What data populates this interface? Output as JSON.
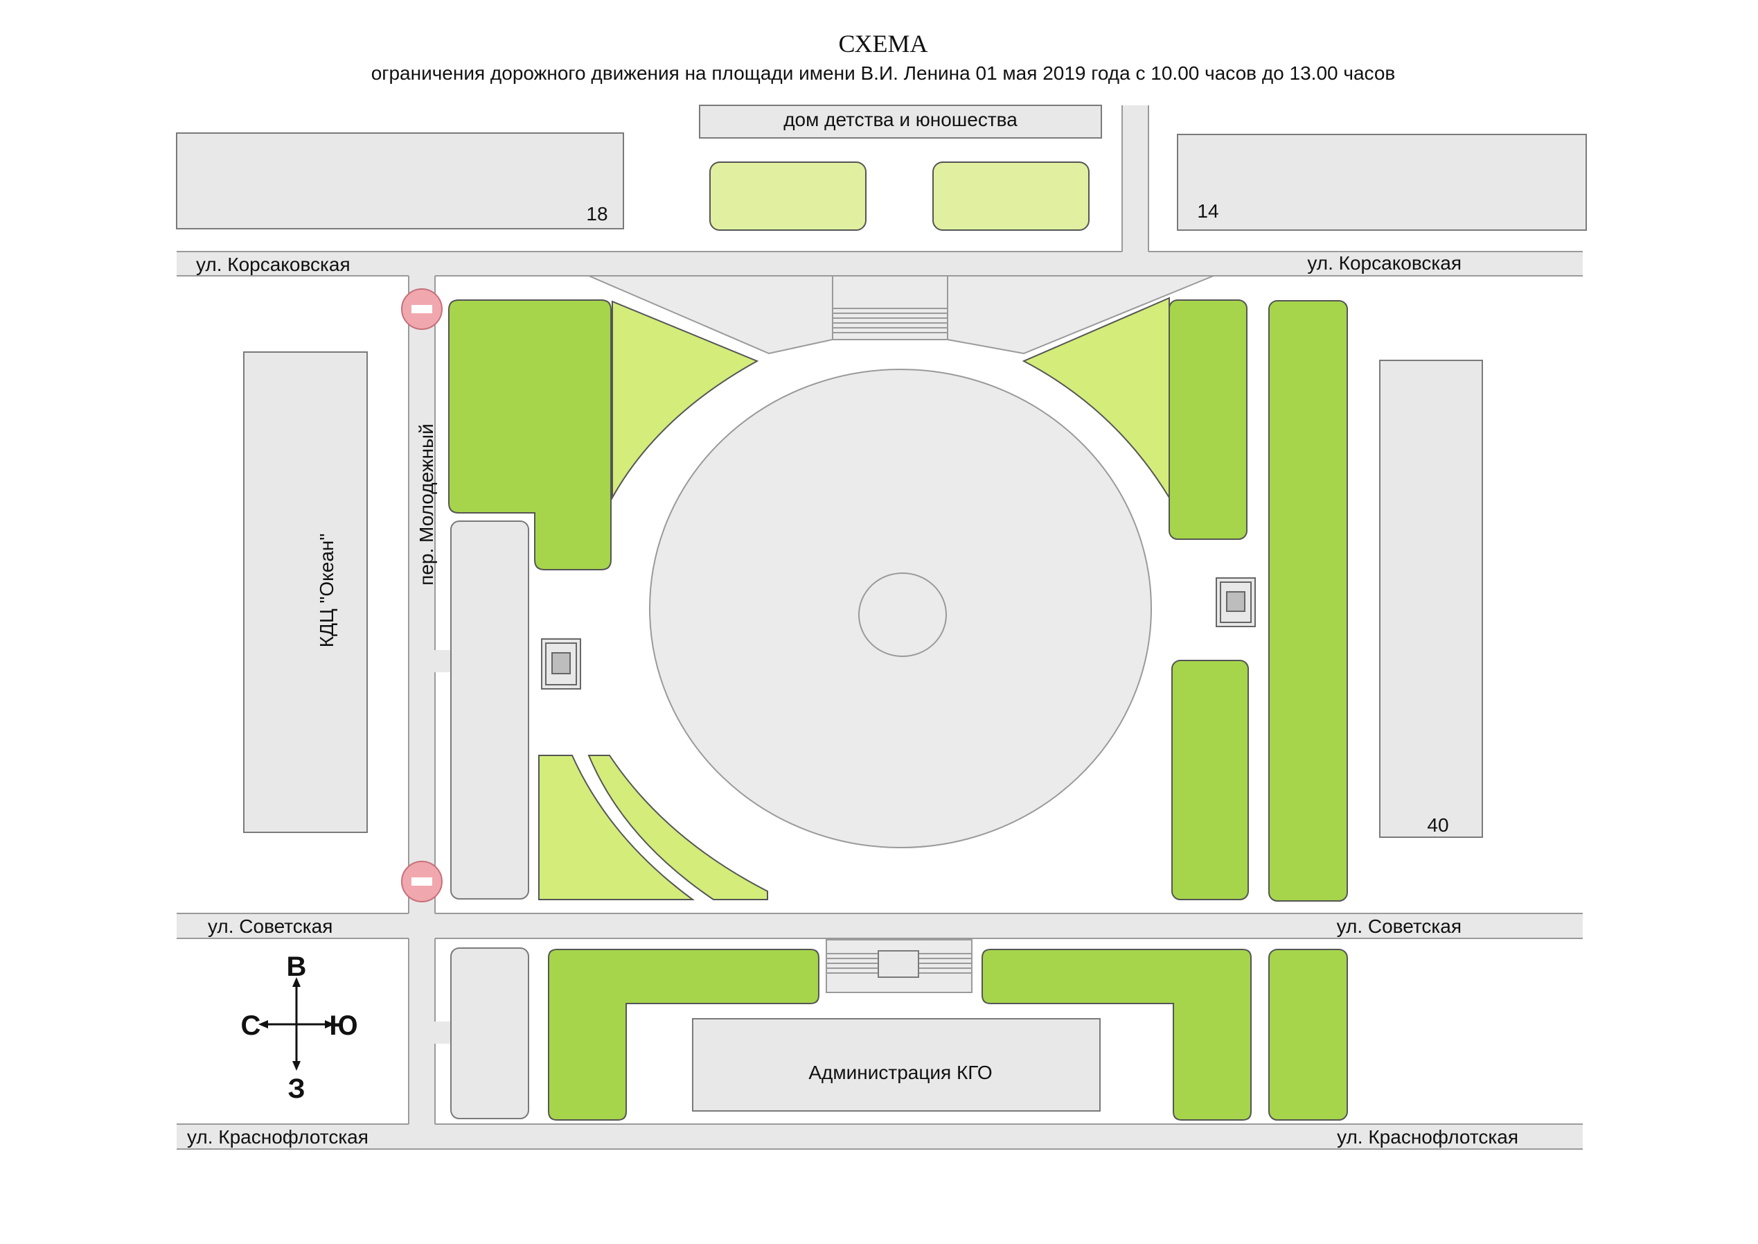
{
  "header": {
    "title": "СХЕМА",
    "subtitle": "ограничения дорожного движения на площади имени В.И. Ленина 01 мая 2019 года с 10.00 часов до 13.00 часов"
  },
  "labels": {
    "house_of_childhood": "дом детства и юношества",
    "building_18": "18",
    "building_14": "14",
    "building_40": "40",
    "kdc_okean": "КДЦ \"Океан\"",
    "administration": "Администрация КГО",
    "lane_molodezhny": "пер. Молодежный"
  },
  "streets": {
    "korsakovskaya_left": "ул. Корсаковская",
    "korsakovskaya_right": "ул. Корсаковская",
    "sovetskaya_left": "ул. Советская",
    "sovetskaya_right": "ул. Советская",
    "krasnoflotskaya_left": "ул. Краснофлотская",
    "krasnoflotskaya_right": "ул. Краснофлотская"
  },
  "compass": {
    "east": "В",
    "north": "С",
    "south": "Ю",
    "west": "З"
  },
  "colors": {
    "dark_green": "#a6d54b",
    "light_green": "#d3ec7a",
    "pale_green": "#e0f0a0",
    "road": "#e8e8e8",
    "no_entry_red": "#f0a8ae"
  },
  "icons": {
    "restriction_sign": "no-entry-icon",
    "monument": "monument-icon"
  }
}
